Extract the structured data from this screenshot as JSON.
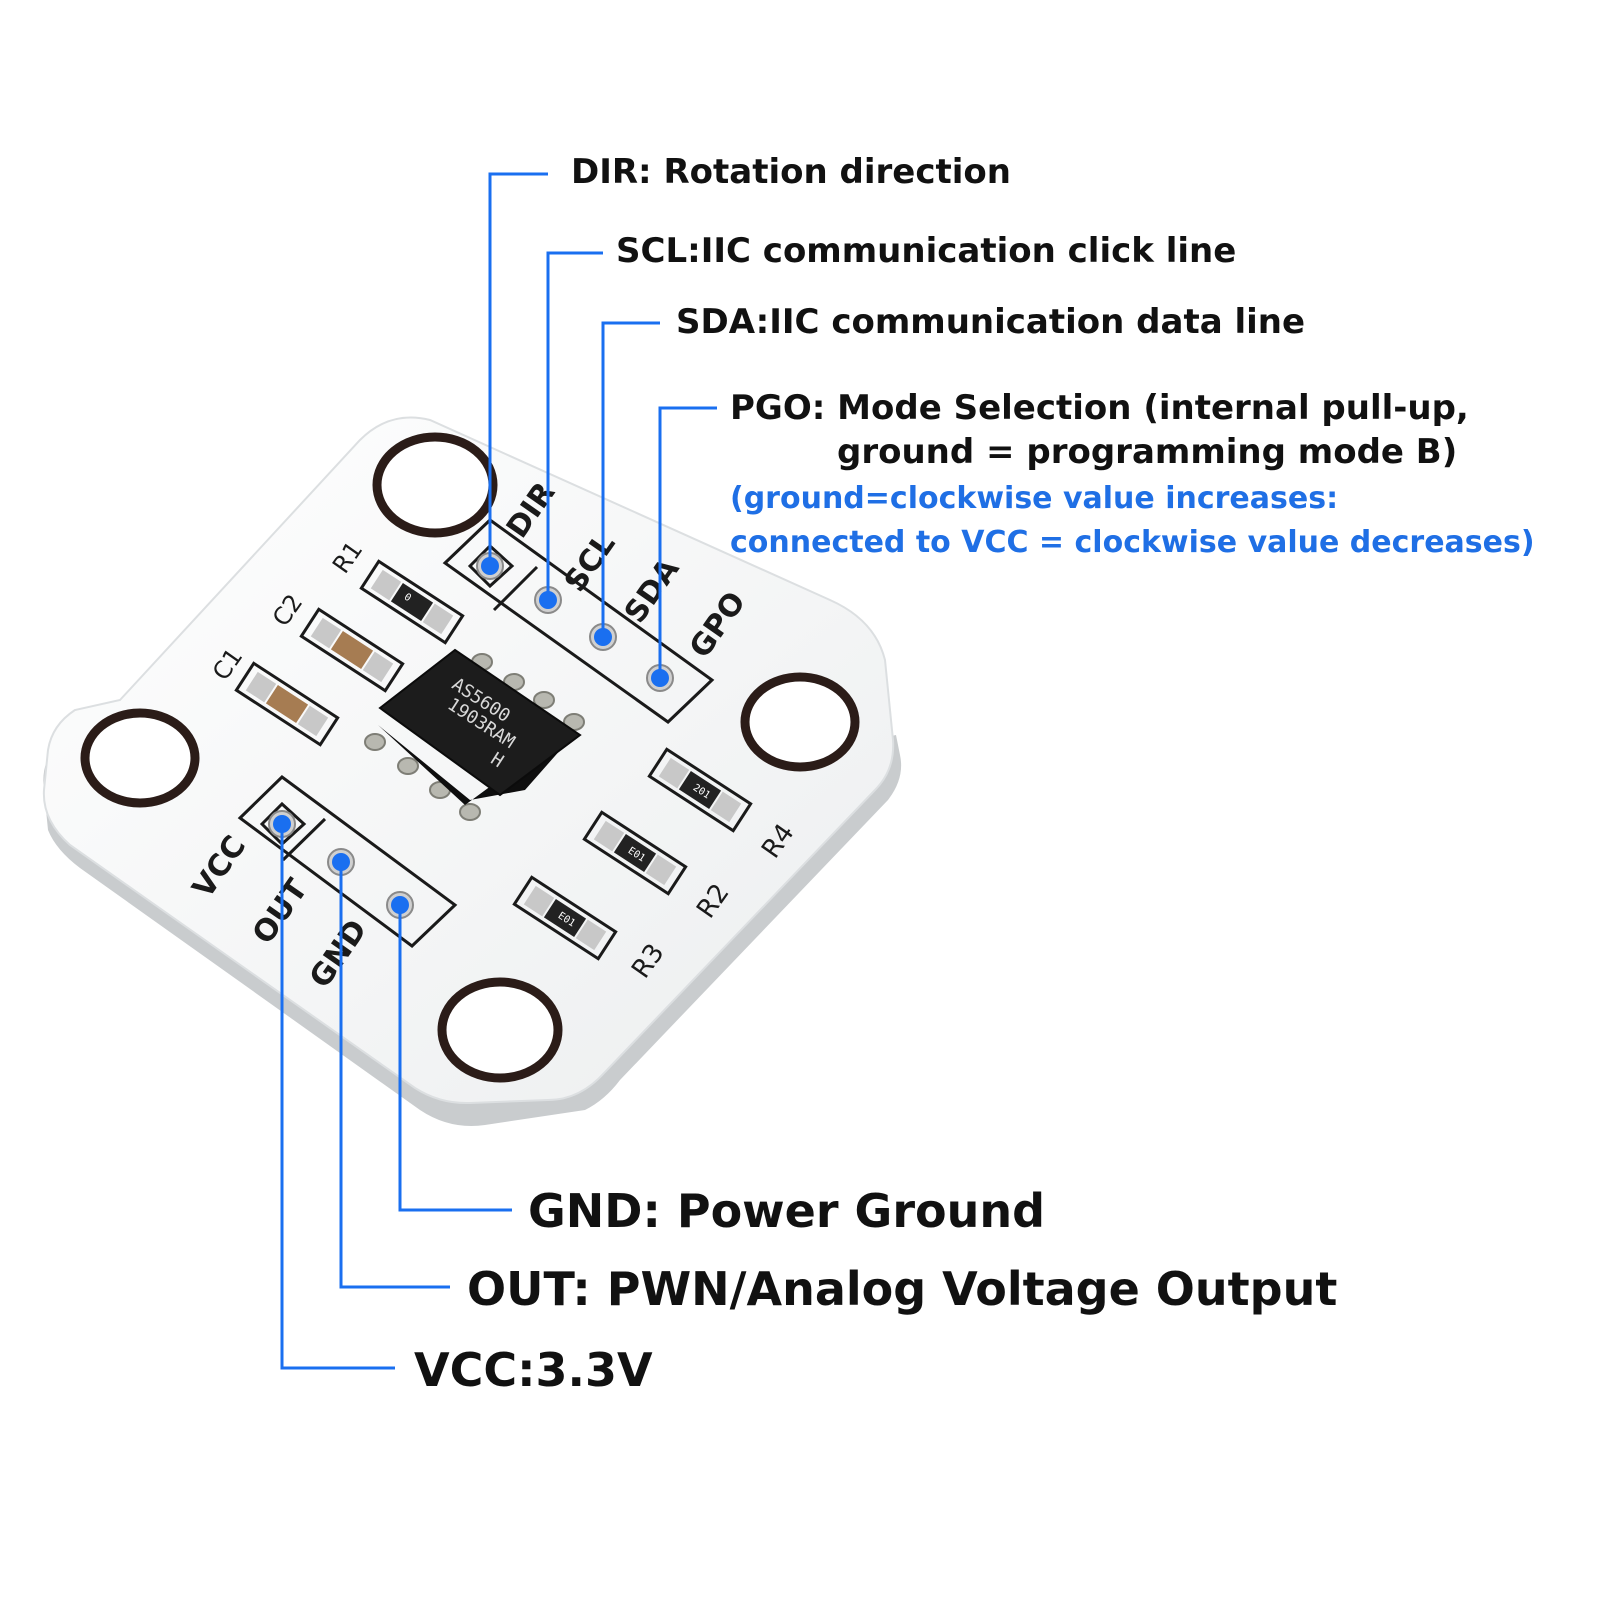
{
  "colors": {
    "leader": "#1a6ff0",
    "pin_dot": "#1a6ff0",
    "board": "#f4f5f6",
    "board_edge": "#c9ccce",
    "silkscreen": "#1a1a1a",
    "chip": "#1c1c1c",
    "label_text": "#111111",
    "note_text": "#1f6fe5"
  },
  "pin_labels": {
    "dir": "DIR: Rotation direction",
    "scl": "SCL:IIC communication click line",
    "sda": "SDA:IIC communication data line",
    "pgo_line1": "PGO: Mode Selection (internal pull-up,",
    "pgo_line2": "ground = programming mode B)",
    "pgo_note1": "(ground=clockwise value increases:",
    "pgo_note2": "connected to VCC = clockwise value decreases)",
    "gnd": "GND: Power Ground",
    "out": "OUT: PWN/Analog Voltage Output",
    "vcc": "VCC:3.3V"
  },
  "silkscreen": {
    "dir": "DIR",
    "scl": "SCL",
    "sda": "SDA",
    "gpo": "GPO",
    "vcc": "VCC",
    "out": "OUT",
    "gnd": "GND",
    "r1": "R1",
    "c2": "C2",
    "c1": "C1",
    "r4": "R4",
    "r2": "R2",
    "r3": "R3"
  },
  "chip": {
    "line1": "AS5600",
    "line2": "1903RAM",
    "line3": "H"
  },
  "component_codes": {
    "r1": "0",
    "r4": "201",
    "r2": "E01",
    "r3": "E01"
  }
}
